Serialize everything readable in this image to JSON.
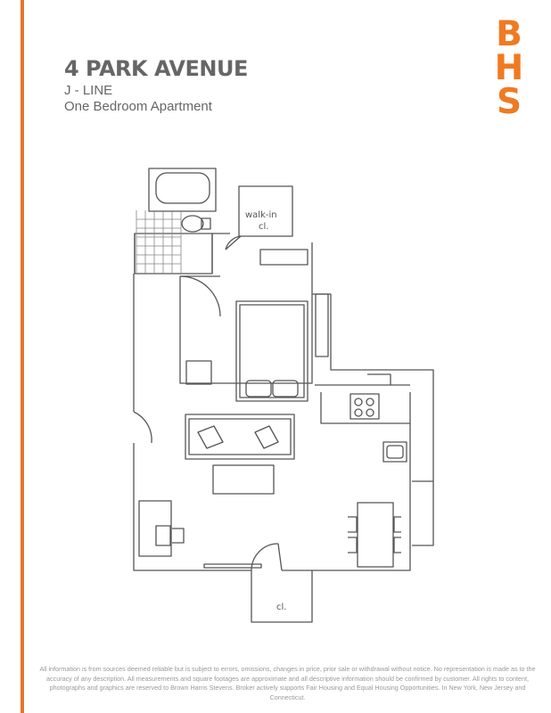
{
  "header": {
    "title": "4 PARK AVENUE",
    "line": "J - LINE",
    "apartment_type": "One Bedroom  Apartment"
  },
  "logo": {
    "letters": [
      "B",
      "H",
      "S"
    ],
    "color": "#f07a22"
  },
  "accent_color": "#e8762c",
  "floorplan": {
    "walk_in_label_line1": "walk-in",
    "walk_in_label_line2": "cl.",
    "closet_label": "cl."
  },
  "disclaimer": "All information is from sources deemed reliable but is subject to errors, omissions, changes in price, prior sale or withdrawal without notice. No representation is made as to the accuracy of any description. All measurements and square footages are approximate and all descriptive information should be confirmed by customer. All rights to content, photographs and graphics are reserved to Brown Harris Stevens. Broker actively supports Fair Housing and Equal Housing Opportunities. In New York, New Jersey and Connecticut."
}
